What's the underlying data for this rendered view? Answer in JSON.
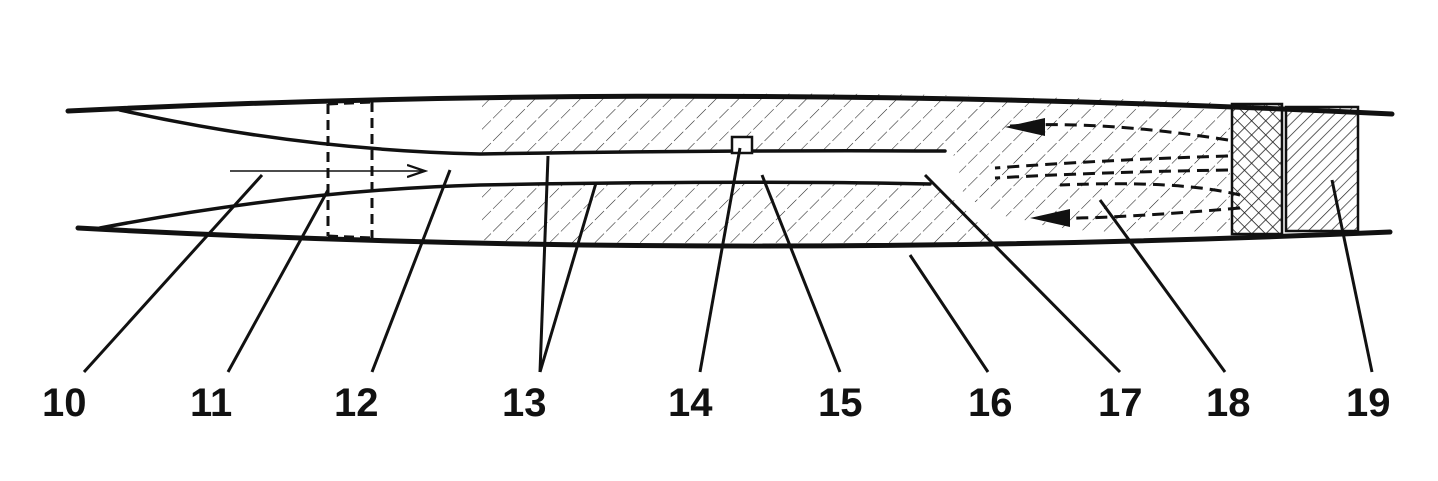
{
  "labels": {
    "l10": "10",
    "l11": "11",
    "l12": "12",
    "l13": "13",
    "l14": "14",
    "l15": "15",
    "l16": "16",
    "l17": "17",
    "l18": "18",
    "l19": "19"
  },
  "colors": {
    "ink": "#111111",
    "background": "#ffffff"
  }
}
